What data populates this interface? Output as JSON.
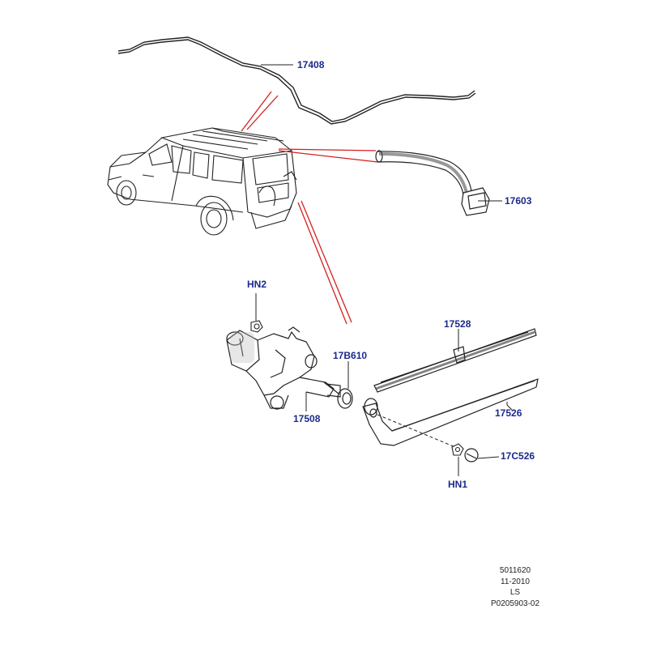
{
  "diagram": {
    "labels": {
      "washer_hose": "17408",
      "washer_jet": "17603",
      "nut_motor": "HN2",
      "wiper_motor": "17508",
      "seal": "17B610",
      "wiper_blade": "17528",
      "wiper_arm": "17526",
      "arm_cap": "17C526",
      "nut_arm": "HN1"
    },
    "footer": {
      "ref_number": "5011620",
      "date": "11-2010",
      "code": "LS",
      "drawing_id": "P0205903-02"
    },
    "colors": {
      "callout_text": "#1a2a8a",
      "linework": "#222222",
      "leader_red": "#d42020"
    }
  }
}
